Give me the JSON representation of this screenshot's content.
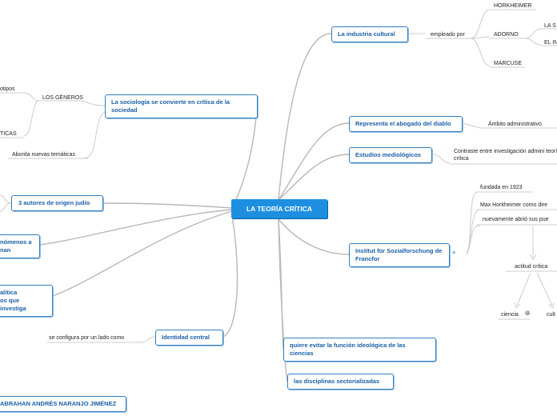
{
  "central": "LA TEORÍA CRÍTICA",
  "nodes": {
    "industria": "La industria cultural",
    "sociologia": "La sociología se convierte en crítica de la sociedad",
    "abogado": "Representa el abogado del diablo",
    "estudios": "Estudios mediológicos",
    "autores": "3 autores de origen judío",
    "fenomenos_1": "nómenos a",
    "fenomenos_2": "nan",
    "analitica_1": "alítica",
    "analitica_2": "os que investiga",
    "institut": "Institut für Sozialforschung de Francfor",
    "identidad": "Identidad central",
    "evitar": "quiere evitar la función ideológica de las ciencias",
    "disciplinas": "las disciplinas sectorializadas",
    "autor": "ABRAHAN ANDRÉS NARANJO JIMÉNEZ"
  },
  "leaves": {
    "horkheimer": "HORKHEIMER",
    "adorno": "ADORNO",
    "marcuse": "MARCUSE",
    "la_s": "LA S",
    "el_in": "EL IN",
    "empleado": "empleado por",
    "otipos": "otipos",
    "generos": "LOS GÉNEROS",
    "ticas": "TICAS",
    "aborda": "Aborda nuevas temáticas",
    "ambito": "Ámbito administrativo",
    "contraste": "Contraste entre investigación admini teoría crítica",
    "fundada": "fundada en 1923",
    "max": "Max Horkheimer como dire",
    "nuevamente": "nuevamente abrió sus pue",
    "actitud": "actitud crítica",
    "ciencia": "ciencia",
    "cult": "cult",
    "configura": "se configura por un lado como"
  },
  "icons": [
    "globe-icon",
    "notes-icon"
  ]
}
